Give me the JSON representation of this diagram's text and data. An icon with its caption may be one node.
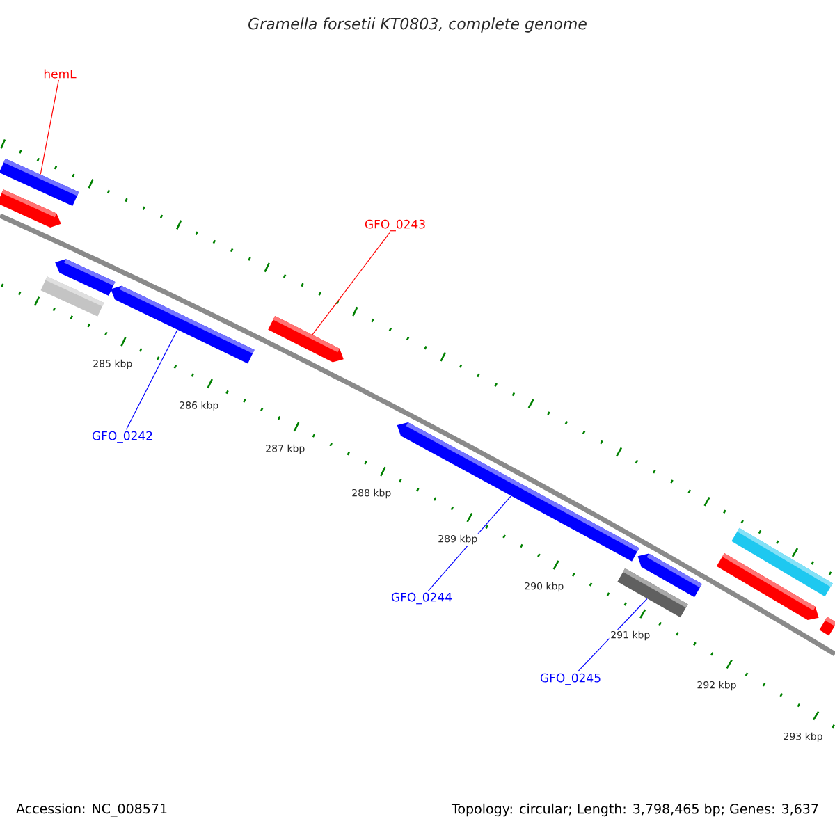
{
  "diagram": {
    "title": "Gramella forsetii KT0803, complete genome",
    "nodes": [
      {
        "text": [
          "hemL"
        ]
      },
      {
        "text": [
          "GFO_0243"
        ]
      },
      {
        "text": [
          "GFO_0242"
        ]
      },
      {
        "text": [
          "GFO_0244"
        ]
      },
      {
        "text": [
          "GFO_0245"
        ]
      },
      {
        "text": [],
        "shape": "bar"
      },
      {
        "text": [],
        "shape": "bar"
      },
      {
        "text": [],
        "shape": "bar"
      },
      {
        "text": [],
        "shape": "bar"
      },
      {
        "text": [],
        "shape": "bar"
      },
      {
        "text": [],
        "shape": "bar"
      },
      {
        "text": [],
        "shape": "bar"
      },
      {
        "text": [],
        "shape": "bar"
      },
      {
        "text": [],
        "shape": "bar"
      },
      {
        "text": [],
        "shape": "bar"
      },
      {
        "text": [],
        "shape": "bar"
      },
      {
        "text": [],
        "shape": "bar"
      }
    ],
    "edges": [
      {
        "from": 0,
        "to": 5,
        "arrow": "none",
        "color": "#ff0000"
      },
      {
        "from": 1,
        "to": 10,
        "arrow": "none",
        "color": "#ff0000"
      },
      {
        "from": 2,
        "to": 9,
        "arrow": "none"
      },
      {
        "from": 3,
        "to": 11,
        "arrow": "none"
      },
      {
        "from": 4,
        "to": 13,
        "arrow": "none"
      }
    ],
    "labels": [
      "285 kbp",
      "286 kbp",
      "287 kbp",
      "288 kbp",
      "289 kbp",
      "290 kbp",
      "291 kbp",
      "292 kbp",
      "293 kbp",
      "Accession: NC_008571",
      "Topology: circular; Length: 3,798,465 bp; Genes: 3,637"
    ]
  }
}
